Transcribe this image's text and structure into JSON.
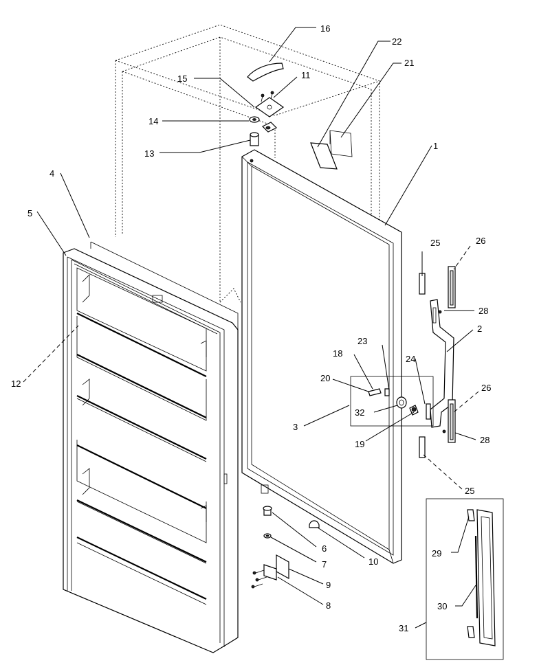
{
  "callouts": {
    "c1": "1",
    "c2": "2",
    "c3": "3",
    "c4": "4",
    "c5": "5",
    "c6": "6",
    "c7": "7",
    "c8": "8",
    "c9": "9",
    "c10": "10",
    "c11": "11",
    "c12": "12",
    "c13": "13",
    "c14": "14",
    "c15": "15",
    "c16": "16",
    "c18": "18",
    "c19": "19",
    "c20": "20",
    "c21": "21",
    "c22": "22",
    "c23": "23",
    "c24": "24",
    "c25a": "25",
    "c25b": "25",
    "c26a": "26",
    "c26b": "26",
    "c28a": "28",
    "c28b": "28",
    "c29": "29",
    "c30": "30",
    "c31": "31",
    "c32": "32"
  }
}
